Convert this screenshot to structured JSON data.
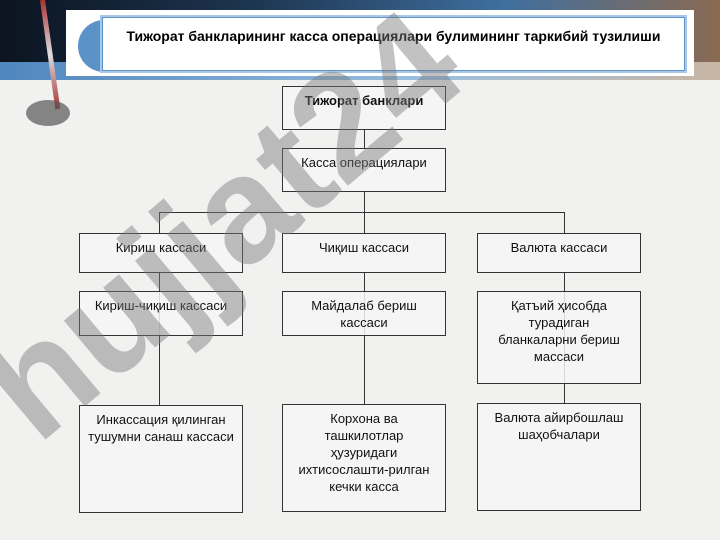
{
  "title": "Тижорат банкларининг касса операциялари булимининг таркибий тузилиши",
  "watermark": "hujjat24",
  "nodes": {
    "root": "Тижорат банклари",
    "cash_ops": "Касса операциялари",
    "incoming": "Кириш кассаси",
    "outgoing": "Чиқиш кассаси",
    "currency": "Валюта кассаси",
    "in_out": "Кириш-чиқиш кассаси",
    "retail": "Майдалаб бериш кассаси",
    "strict_forms": "Қатъий ҳисобда турадиган бланкаларни бериш массаси",
    "collection": "Инкассация қилинган тушумни санаш кассаси",
    "evening": "Корхона ва ташкилотлар ҳузуридаги ихтисослашти-рилган кечки касса",
    "exchange": "Валюта айирбошлаш шаҳобчалари"
  }
}
